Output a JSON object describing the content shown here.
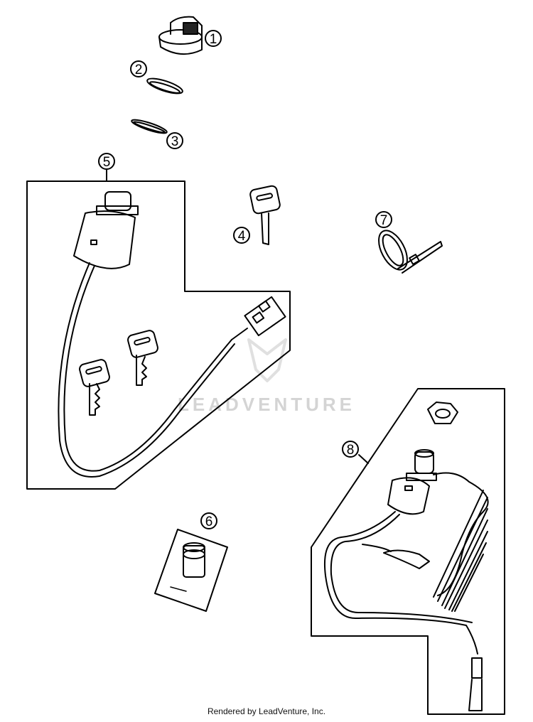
{
  "callouts": [
    {
      "id": 1,
      "label": "1"
    },
    {
      "id": 2,
      "label": "2"
    },
    {
      "id": 3,
      "label": "3"
    },
    {
      "id": 4,
      "label": "4"
    },
    {
      "id": 5,
      "label": "5"
    },
    {
      "id": 6,
      "label": "6"
    },
    {
      "id": 7,
      "label": "7"
    },
    {
      "id": 8,
      "label": "8"
    }
  ],
  "watermark": "LEADVENTURE",
  "footer": "Rendered by LeadVenture, Inc."
}
